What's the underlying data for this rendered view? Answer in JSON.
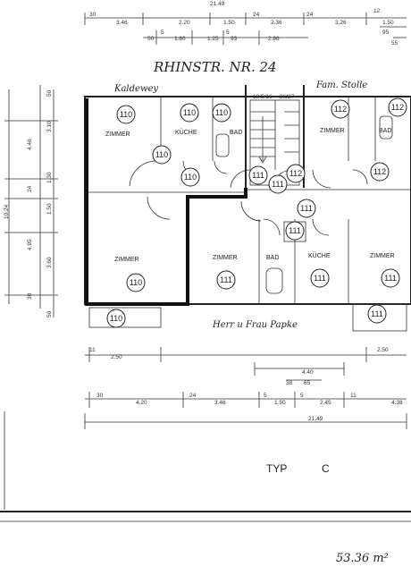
{
  "title": "RHINSTR. NR. 24",
  "top_dimension": "21.49",
  "top_dims": [
    "30",
    "3.46",
    "2.20",
    "1.50",
    "24",
    "2.36",
    "24",
    "3.26",
    "1.50"
  ],
  "top_sub_dims": [
    "5",
    "50",
    "1.80",
    "1.25",
    "5",
    "2.86",
    "93",
    "12",
    "95",
    "55"
  ],
  "left_dims": [
    "50",
    "3.10",
    "4.46",
    "24",
    "1.30",
    "10.24",
    "1.50",
    "3.60",
    "4.95",
    "30",
    "50"
  ],
  "staircase_label": "18.5/16",
  "staircase_label2": "26/27",
  "name_top_left": "Kaldewey",
  "name_top_right": "Fam. Stolle",
  "name_bottom": "Herr u Frau Papke",
  "rooms": {
    "zimmer_110_top": "ZIMMER",
    "kueche_110": "KÜCHE",
    "bad_110": "BAD",
    "zimmer_110_bottom": "ZIMMER",
    "zimmer_112": "ZIMMER",
    "bad_112": "BAD",
    "zimmer_111_left": "ZIMMER",
    "bad_111": "BAD",
    "kueche_111": "KÜCHE",
    "zimmer_111_right": "ZIMMER"
  },
  "unit_numbers": {
    "u110_a": "110",
    "u110_b": "110",
    "u110_c": "110",
    "u110_d": "110",
    "u110_e": "110",
    "u110_f": "110",
    "u110_g": "110",
    "u112_a": "112",
    "u112_b": "112",
    "u112_c": "112",
    "u112_d": "112",
    "u111_a": "111",
    "u111_b": "111",
    "u111_c": "111",
    "u111_d": "111",
    "u111_e": "111",
    "u111_f": "111",
    "u111_g": "111",
    "u111_h": "111"
  },
  "bottom_dims_row1": [
    "11",
    "2.50",
    "4.40",
    "2.50"
  ],
  "bottom_dims_row1b": [
    "38",
    "65"
  ],
  "bottom_dims_row2": [
    "30",
    "4.20",
    "24",
    "3.46",
    "5",
    "1.50",
    "5",
    "2.45",
    "11",
    "4.38"
  ],
  "bottom_total": "21.49",
  "type_label": "TYP",
  "type_value": "C",
  "area": "53.36 m²"
}
